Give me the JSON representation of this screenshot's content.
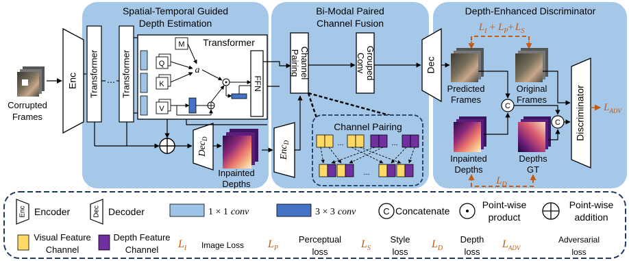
{
  "colors": {
    "panel": "#a6c8e8",
    "light_conv": "#9dc3e6",
    "dark_conv": "#4472c4",
    "visual": "#ffd966",
    "depth": "#7030a0",
    "loss": "#c55a11"
  },
  "input": {
    "label_line1": "Corrupted",
    "label_line2": "Frames"
  },
  "encoder_block": {
    "label": "Enc"
  },
  "stage1": {
    "title_line1": "Spatial-Temporal Guided",
    "title_line2": "Depth Estimation",
    "transformer_left": "Transformer",
    "ellipsis": "...",
    "transformer_right": "Transformer",
    "detail_title": "Transformer",
    "m": "M",
    "q": "Q",
    "k": "K",
    "v": "V",
    "a": "a",
    "ffn": "FFN",
    "dec_d": "Dec",
    "dec_d_sub": "D",
    "output_line1": "Inpainted",
    "output_line2": "Depths"
  },
  "enc_d": {
    "label": "Enc",
    "sub": "D"
  },
  "stage2": {
    "title_line1": "Bi-Modal Paired",
    "title_line2": "Channel Fusion",
    "pairing_line1": "Channel",
    "pairing_line2": "Pairing",
    "grouped_line1": "Grouped",
    "grouped_line2": "Conv",
    "detail_title": "Channel Pairing",
    "ellipsis": "..."
  },
  "dec_block": {
    "label": "Dec"
  },
  "stage3": {
    "title": "Depth-Enhanced Discriminator",
    "loss_formula": {
      "l_i": "L",
      "i_sub": "I",
      "plus1": "+",
      "l_p": "L",
      "p_sub": "P",
      "plus2": "+",
      "l_s": "L",
      "s_sub": "S"
    },
    "predicted_line1": "Predicted",
    "predicted_line2": "Frames",
    "original_line1": "Original",
    "original_line2": "Frames",
    "inpainted_line1": "Inpainted",
    "inpainted_line2": "Depths",
    "gt_line1": "Depths",
    "gt_line2": "GT",
    "concat": "C",
    "discriminator": "Discriminator",
    "l_adv": {
      "l": "L",
      "sub": "ADV"
    },
    "l_d": {
      "l": "L",
      "sub": "D"
    }
  },
  "legend": {
    "enc_icon": "Enc",
    "encoder": "Encoder",
    "dec_icon": "Dec",
    "decoder": "Decoder",
    "conv1": "1 × 1 conv",
    "conv1_num": "1 × 1",
    "conv1_word": "conv",
    "conv3_num": "3 × 3",
    "conv3_word": "conv",
    "concat_icon": "C",
    "concatenate": "Concatenate",
    "pointwise_product_line1": "Point-wise",
    "pointwise_product_line2": "product",
    "pointwise_addition_line1": "Point-wise",
    "pointwise_addition_line2": "addition",
    "visual_line1": "Visual Feature",
    "visual_line2": "Channel",
    "depth_line1": "Depth Feature",
    "depth_line2": "Channel",
    "l_i": {
      "l": "L",
      "sub": "I",
      "desc": "Image Loss"
    },
    "l_p": {
      "l": "L",
      "sub": "P",
      "desc_line1": "Perceptual",
      "desc_line2": "loss"
    },
    "l_s": {
      "l": "L",
      "sub": "S",
      "desc_line1": "Style",
      "desc_line2": "loss"
    },
    "l_d": {
      "l": "L",
      "sub": "D",
      "desc_line1": "Depth",
      "desc_line2": "loss"
    },
    "l_adv": {
      "l": "L",
      "sub": "ADV",
      "desc_line1": "Adversarial",
      "desc_line2": "loss"
    }
  }
}
